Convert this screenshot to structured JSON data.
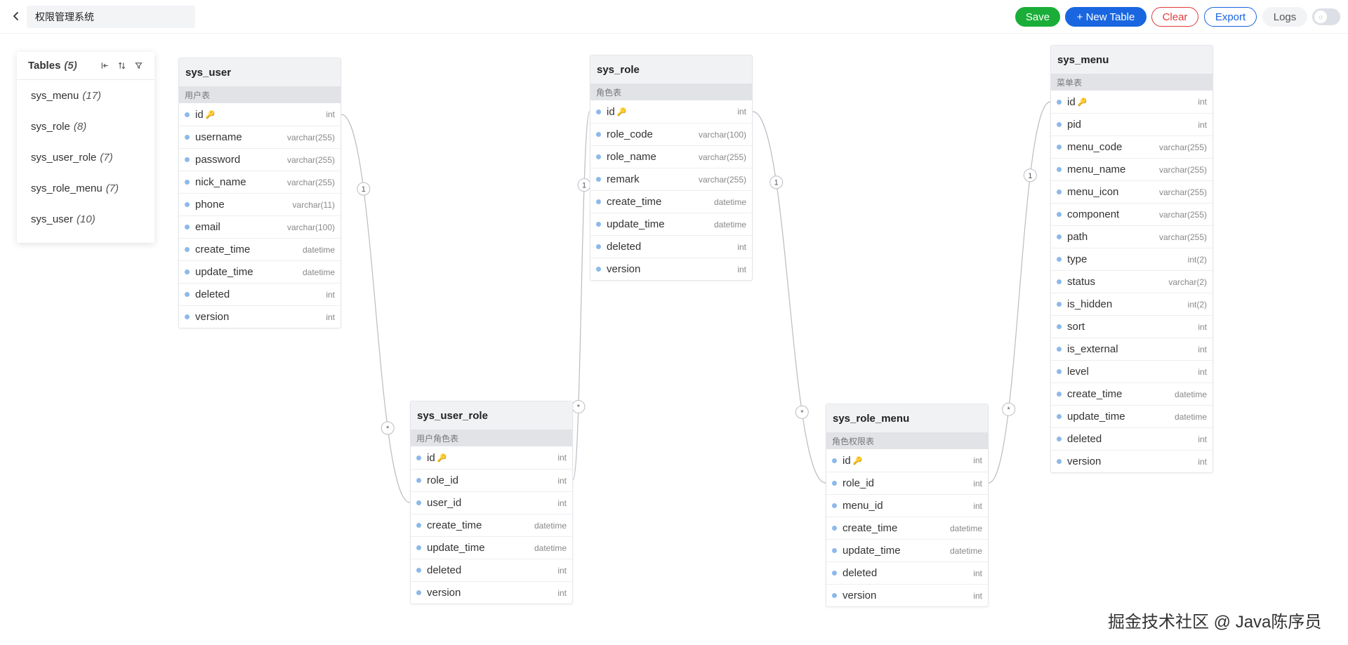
{
  "header": {
    "title_value": "权限管理系统",
    "save_label": "Save",
    "new_table_label": "+ New Table",
    "clear_label": "Clear",
    "export_label": "Export",
    "logs_label": "Logs",
    "toggle_symbol": "☼"
  },
  "colors": {
    "save": "#1aae39",
    "primary": "#1966e0",
    "danger": "#e03a3a",
    "field_dot": "#8db9ea"
  },
  "tables_panel": {
    "title": "Tables",
    "count": "(5)",
    "items": [
      {
        "name": "sys_menu",
        "count": "(17)"
      },
      {
        "name": "sys_role",
        "count": "(8)"
      },
      {
        "name": "sys_user_role",
        "count": "(7)"
      },
      {
        "name": "sys_role_menu",
        "count": "(7)"
      },
      {
        "name": "sys_user",
        "count": "(10)"
      }
    ]
  },
  "tables": {
    "sys_user": {
      "name": "sys_user",
      "comment": "用户表",
      "fields": [
        {
          "name": "id",
          "type": "int",
          "pk": true
        },
        {
          "name": "username",
          "type": "varchar(255)"
        },
        {
          "name": "password",
          "type": "varchar(255)"
        },
        {
          "name": "nick_name",
          "type": "varchar(255)"
        },
        {
          "name": "phone",
          "type": "varchar(11)"
        },
        {
          "name": "email",
          "type": "varchar(100)"
        },
        {
          "name": "create_time",
          "type": "datetime"
        },
        {
          "name": "update_time",
          "type": "datetime"
        },
        {
          "name": "deleted",
          "type": "int"
        },
        {
          "name": "version",
          "type": "int"
        }
      ]
    },
    "sys_role": {
      "name": "sys_role",
      "comment": "角色表",
      "fields": [
        {
          "name": "id",
          "type": "int",
          "pk": true
        },
        {
          "name": "role_code",
          "type": "varchar(100)"
        },
        {
          "name": "role_name",
          "type": "varchar(255)"
        },
        {
          "name": "remark",
          "type": "varchar(255)"
        },
        {
          "name": "create_time",
          "type": "datetime"
        },
        {
          "name": "update_time",
          "type": "datetime"
        },
        {
          "name": "deleted",
          "type": "int"
        },
        {
          "name": "version",
          "type": "int"
        }
      ]
    },
    "sys_menu": {
      "name": "sys_menu",
      "comment": "菜单表",
      "fields": [
        {
          "name": "id",
          "type": "int",
          "pk": true
        },
        {
          "name": "pid",
          "type": "int"
        },
        {
          "name": "menu_code",
          "type": "varchar(255)"
        },
        {
          "name": "menu_name",
          "type": "varchar(255)"
        },
        {
          "name": "menu_icon",
          "type": "varchar(255)"
        },
        {
          "name": "component",
          "type": "varchar(255)"
        },
        {
          "name": "path",
          "type": "varchar(255)"
        },
        {
          "name": "type",
          "type": "int(2)"
        },
        {
          "name": "status",
          "type": "varchar(2)"
        },
        {
          "name": "is_hidden",
          "type": "int(2)"
        },
        {
          "name": "sort",
          "type": "int"
        },
        {
          "name": "is_external",
          "type": "int"
        },
        {
          "name": "level",
          "type": "int"
        },
        {
          "name": "create_time",
          "type": "datetime"
        },
        {
          "name": "update_time",
          "type": "datetime"
        },
        {
          "name": "deleted",
          "type": "int"
        },
        {
          "name": "version",
          "type": "int"
        }
      ]
    },
    "sys_user_role": {
      "name": "sys_user_role",
      "comment": "用户角色表",
      "fields": [
        {
          "name": "id",
          "type": "int",
          "pk": true
        },
        {
          "name": "role_id",
          "type": "int"
        },
        {
          "name": "user_id",
          "type": "int"
        },
        {
          "name": "create_time",
          "type": "datetime"
        },
        {
          "name": "update_time",
          "type": "datetime"
        },
        {
          "name": "deleted",
          "type": "int"
        },
        {
          "name": "version",
          "type": "int"
        }
      ]
    },
    "sys_role_menu": {
      "name": "sys_role_menu",
      "comment": "角色权限表",
      "fields": [
        {
          "name": "id",
          "type": "int",
          "pk": true
        },
        {
          "name": "role_id",
          "type": "int"
        },
        {
          "name": "menu_id",
          "type": "int"
        },
        {
          "name": "create_time",
          "type": "datetime"
        },
        {
          "name": "update_time",
          "type": "datetime"
        },
        {
          "name": "deleted",
          "type": "int"
        },
        {
          "name": "version",
          "type": "int"
        }
      ]
    }
  },
  "relations": [
    {
      "from": "sys_user.id",
      "to": "sys_user_role.user_id",
      "from_label": "1",
      "to_label": "*"
    },
    {
      "from": "sys_role.id",
      "to": "sys_user_role.role_id",
      "from_label": "1",
      "to_label": "*"
    },
    {
      "from": "sys_role.id",
      "to": "sys_role_menu.role_id",
      "from_label": "1",
      "to_label": "*"
    },
    {
      "from": "sys_menu.id",
      "to": "sys_role_menu.role_id",
      "from_label": "1",
      "to_label": "*"
    }
  ],
  "key_symbol": "🔑",
  "watermark": "掘金技术社区 @ Java陈序员"
}
